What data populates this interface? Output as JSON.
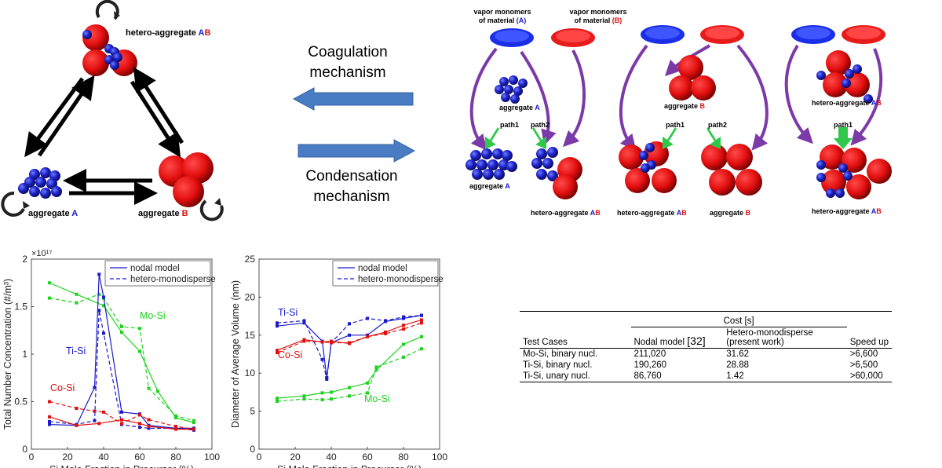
{
  "triangle": {
    "label_top_prefix": "hetero-aggregate",
    "label_a_prefix": "aggregate",
    "label_b_prefix": "aggregate",
    "a": "A",
    "b": "B"
  },
  "mechanisms": {
    "coagulation": [
      "Coagulation",
      "mechanism"
    ],
    "condensation": [
      "Condensation",
      "mechanism"
    ],
    "arrow_color": "#4a7cc4"
  },
  "pathways": {
    "vapor_a": [
      "vapor monomers",
      "of material"
    ],
    "vapor_a_suffix": "(A)",
    "vapor_b": [
      "vapor monomers",
      "of material"
    ],
    "vapor_b_suffix": "(B)",
    "path1": "path1",
    "path2": "path2",
    "aggregate": "aggregate",
    "hetero_aggregate": "hetero-aggregate",
    "a": "A",
    "b": "B"
  },
  "colors": {
    "blue": "#1a1acc",
    "red": "#e01010",
    "green": "#1fd21f",
    "purple": "#7b3aa8",
    "arrow_green": "#2fc84a"
  },
  "charts": [
    {
      "id": "number-concentration",
      "chart_data": {
        "type": "line",
        "xlabel": "Si Mole Fraction in Precursor (%)",
        "ylabel": "Total Number Concentration (#/m³)",
        "y_multiplier": "×10¹⁷",
        "xlim": [
          0,
          100
        ],
        "ylim": [
          0,
          2
        ],
        "xticks": [
          0,
          20,
          40,
          60,
          80,
          100
        ],
        "yticks": [
          0,
          0.5,
          1,
          1.5,
          2
        ],
        "legend": [
          "nodal model",
          "hetero-monodisperse"
        ],
        "legend_position": "top-right",
        "annotations": [
          "Mo-Si",
          "Ti-Si",
          "Co-Si"
        ],
        "series": [
          {
            "name": "Mo-Si",
            "style": "solid",
            "color": "#1fd21f",
            "x": [
              10,
              25,
              40,
              50,
              60,
              70,
              80,
              90
            ],
            "y": [
              1.75,
              1.63,
              1.51,
              1.23,
              1.03,
              0.61,
              0.33,
              0.28
            ]
          },
          {
            "name": "Mo-Si",
            "style": "dashed",
            "color": "#1fd21f",
            "x": [
              10,
              25,
              37.5,
              40,
              50,
              60,
              65,
              80,
              90
            ],
            "y": [
              1.59,
              1.54,
              1.63,
              1.59,
              1.29,
              1.27,
              0.64,
              0.35,
              0.3
            ]
          },
          {
            "name": "Ti-Si",
            "style": "solid",
            "color": "#1a1acc",
            "x": [
              10,
              25,
              35,
              37.5,
              40,
              50,
              60,
              65,
              80,
              90
            ],
            "y": [
              0.26,
              0.25,
              0.65,
              1.84,
              1.6,
              0.39,
              0.37,
              0.25,
              0.22,
              0.22
            ]
          },
          {
            "name": "Ti-Si",
            "style": "dashed",
            "color": "#1a1acc",
            "x": [
              10,
              25,
              35,
              37.5,
              40,
              50,
              60,
              65,
              80,
              90
            ],
            "y": [
              0.29,
              0.26,
              0.3,
              1.46,
              1.22,
              0.26,
              0.23,
              0.22,
              0.22,
              0.2
            ]
          },
          {
            "name": "Co-Si",
            "style": "solid",
            "color": "#e01010",
            "x": [
              10,
              25,
              37.5,
              50,
              60,
              65,
              80,
              90
            ],
            "y": [
              0.34,
              0.25,
              0.27,
              0.31,
              0.27,
              0.24,
              0.21,
              0.21
            ]
          },
          {
            "name": "Co-Si",
            "style": "dashed",
            "color": "#e01010",
            "x": [
              10,
              25,
              35,
              40,
              50,
              60,
              65,
              80,
              90
            ],
            "y": [
              0.5,
              0.43,
              0.4,
              0.39,
              0.27,
              0.36,
              0.31,
              0.24,
              0.21
            ]
          }
        ]
      }
    },
    {
      "id": "diameter",
      "chart_data": {
        "type": "line",
        "xlabel": "Si Mole Fraction in Precursor (%)",
        "ylabel": "Diameter of Average Volume (nm)",
        "xlim": [
          0,
          100
        ],
        "ylim": [
          0,
          25
        ],
        "xticks": [
          0,
          20,
          40,
          60,
          80,
          100
        ],
        "yticks": [
          0,
          5,
          10,
          15,
          20,
          25
        ],
        "legend": [
          "nodal model",
          "hetero-monodisperse"
        ],
        "legend_position": "top-right",
        "annotations": [
          "Ti-Si",
          "Co-Si",
          "Mo-Si"
        ],
        "series": [
          {
            "name": "Ti-Si",
            "style": "solid",
            "color": "#1a1acc",
            "x": [
              10,
              25,
              35,
              37.5,
              40,
              50,
              60,
              70,
              80,
              90
            ],
            "y": [
              16.2,
              16.6,
              14.2,
              9.4,
              14.0,
              15.0,
              15.0,
              16.8,
              17.2,
              17.6
            ]
          },
          {
            "name": "Ti-Si",
            "style": "dashed",
            "color": "#1a1acc",
            "x": [
              10,
              25,
              35,
              37.5,
              40,
              50,
              60,
              70,
              80,
              90
            ],
            "y": [
              16.6,
              16.9,
              11.8,
              9.2,
              14.0,
              16.5,
              17.2,
              16.9,
              17.4,
              17.6
            ]
          },
          {
            "name": "Co-Si",
            "style": "solid",
            "color": "#e01010",
            "x": [
              10,
              25,
              35,
              40,
              50,
              60,
              70,
              80,
              90
            ],
            "y": [
              13.0,
              14.4,
              14.1,
              14.2,
              13.9,
              14.8,
              15.4,
              16.3,
              17.0
            ]
          },
          {
            "name": "Co-Si",
            "style": "dashed",
            "color": "#e01010",
            "x": [
              10,
              25,
              35,
              40,
              50,
              60,
              70,
              80,
              90
            ],
            "y": [
              12.7,
              14.2,
              14.1,
              14.0,
              14.0,
              14.8,
              15.2,
              15.8,
              16.6
            ]
          },
          {
            "name": "Mo-Si",
            "style": "solid",
            "color": "#1fd21f",
            "x": [
              10,
              25,
              35,
              40,
              50,
              60,
              65,
              80,
              90
            ],
            "y": [
              6.7,
              7.0,
              7.4,
              7.5,
              8.1,
              8.7,
              10.4,
              13.8,
              14.8
            ]
          },
          {
            "name": "Mo-Si",
            "style": "dashed",
            "color": "#1fd21f",
            "x": [
              10,
              25,
              35,
              40,
              50,
              60,
              65,
              80,
              90
            ],
            "y": [
              6.3,
              6.6,
              6.5,
              6.6,
              7.0,
              7.4,
              10.8,
              12.1,
              13.2
            ]
          }
        ]
      }
    }
  ],
  "cost_table": {
    "group_header": "Cost [s]",
    "headers": [
      "Test Cases",
      "Nodal model",
      "[32]",
      "Hetero-monodisperse",
      "(present work)",
      "Speed up"
    ],
    "rows": [
      [
        "Mo-Si, binary nucl.",
        "211,020",
        "31.62",
        ">6,600"
      ],
      [
        "Ti-Si, binary nucl.",
        "190,260",
        "28.88",
        ">6,500"
      ],
      [
        "Ti-Si, unary nucl.",
        "86,760",
        "1.42",
        ">60,000"
      ]
    ]
  }
}
